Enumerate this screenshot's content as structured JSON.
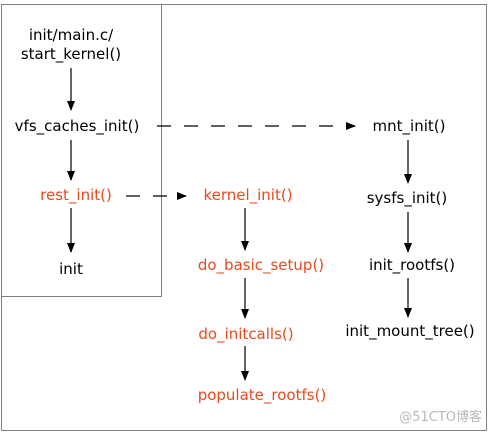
{
  "colors": {
    "text": "#000000",
    "highlight": "#e8491d",
    "frame": "#808080",
    "arrow": "#000000",
    "watermark": "#b8b8b8"
  },
  "nodes": {
    "init_main_c": "init/main.c/",
    "start_kernel": "start_kernel()",
    "vfs_caches_init": "vfs_caches_init()",
    "rest_init": "rest_init()",
    "init": "init",
    "kernel_init": "kernel_init()",
    "do_basic_setup": "do_basic_setup()",
    "do_initcalls": "do_initcalls()",
    "populate_rootfs": "populate_rootfs()",
    "mnt_init": "mnt_init()",
    "sysfs_init": "sysfs_init()",
    "init_rootfs": "init_rootfs()",
    "init_mount_tree": "init_mount_tree()"
  },
  "watermark": "@51CTO博客"
}
